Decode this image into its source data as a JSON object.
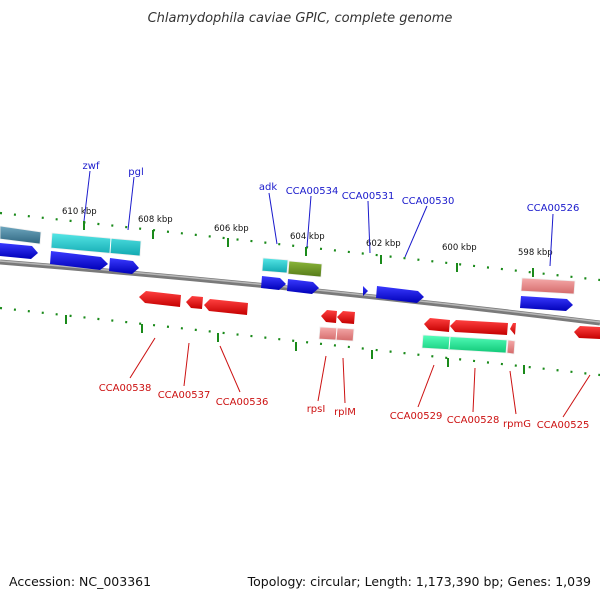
{
  "title": "Chlamydophila caviae GPIC, complete genome",
  "footer": {
    "accession": "Accession: NC_003361",
    "summary": "Topology: circular; Length: 1,173,390 bp; Genes: 1,039"
  },
  "ticks": [
    "610 kbp",
    "608 kbp",
    "606 kbp",
    "604 kbp",
    "602 kbp",
    "600 kbp",
    "598 kbp"
  ],
  "labels_top": [
    "zwf",
    "pgl",
    "adk",
    "CCA00534",
    "CCA00531",
    "CCA00530",
    "CCA00526"
  ],
  "labels_bottom": [
    "CCA00538",
    "CCA00537",
    "CCA00536",
    "rpsI",
    "rplM",
    "CCA00529",
    "CCA00528",
    "rpmG",
    "CCA00525"
  ],
  "colors": {
    "forward_gene": "#0a0ae6",
    "reverse_gene": "#ee1111",
    "cyan_feature": "#22cccc",
    "green_feature": "#6f9a22",
    "mint_feature": "#22ee99",
    "pink_feature": "#e88a8a",
    "steel_feature": "#4f8fa8",
    "tick_green": "#1a8a1a",
    "backbone": "#888888",
    "blue_label": "#1a1acc",
    "red_label": "#cc1111"
  }
}
